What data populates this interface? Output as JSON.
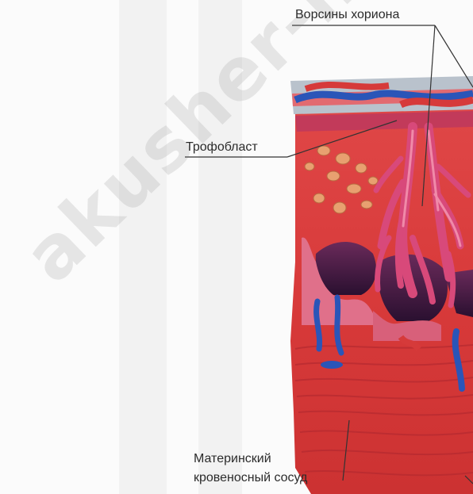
{
  "labels": {
    "chorionic_villi": "Ворсины хориона",
    "trophoblast": "Трофобласт",
    "maternal_vessel_line1": "Материнский",
    "maternal_vessel_line2": "кровеносный сосуд"
  },
  "watermark": "akusher-lib.ru",
  "colors": {
    "tissue": "#d93a3a",
    "tissue_dark": "#b82230",
    "villi": "#d8497a",
    "maternal_vein": "#2a55b8",
    "sinus": "#3a1c4a",
    "leader_line": "#333333"
  }
}
